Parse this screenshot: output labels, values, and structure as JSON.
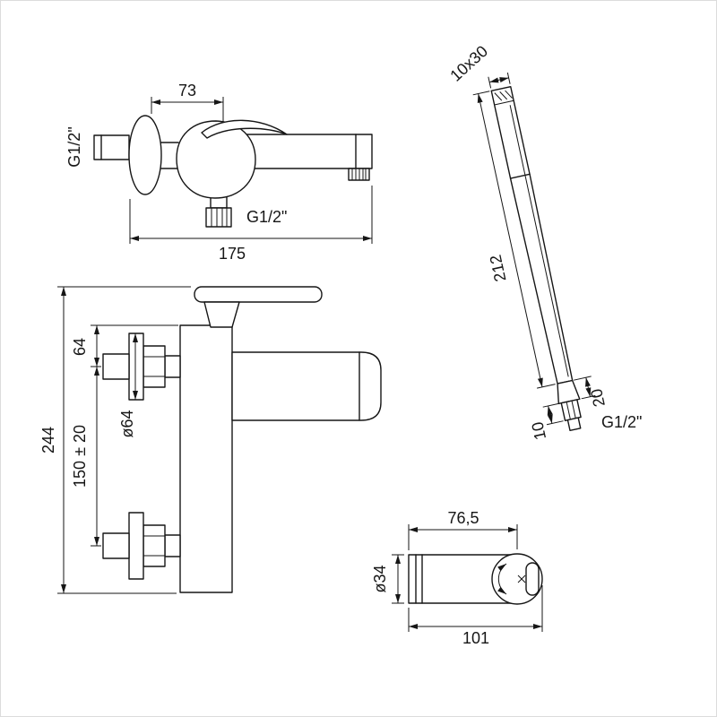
{
  "ink_color": "#161616",
  "drawing": {
    "side_view": {
      "dim_width_top": "73",
      "label_inlet_thread": "G1/2\"",
      "label_diverter_thread": "G1/2\"",
      "dim_width_total": "175"
    },
    "front_view": {
      "dim_body_top_offset": "64",
      "dim_flange_diameter": "ø64",
      "dim_inlet_spacing": "150 ± 20",
      "dim_height_total": "244"
    },
    "hand_shower": {
      "dim_head_section": "10x30",
      "dim_length": "212",
      "dim_cone_length": "20",
      "dim_thread_length": "10",
      "label_thread": "G1/2\""
    },
    "top_view": {
      "dim_handle_offset": "76,5",
      "dim_body_diameter": "ø34",
      "dim_length_total": "101"
    }
  }
}
